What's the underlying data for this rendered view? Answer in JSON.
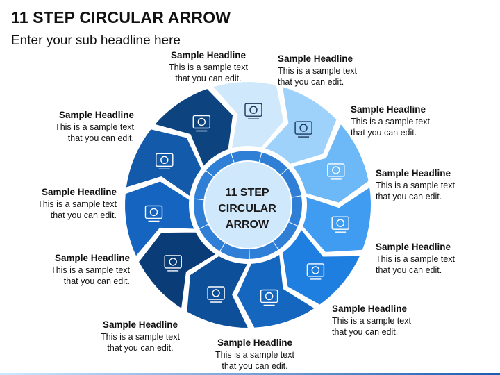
{
  "title": "11 STEP CIRCULAR ARROW",
  "subtitle": "Enter your sub headline here",
  "center": {
    "line1": "11 STEP",
    "line2": "CIRCULAR",
    "line3": "ARROW"
  },
  "steps": [
    {
      "headline": "Sample Headline",
      "line1": "This is a sample text",
      "line2": "that you can edit.",
      "icon": "people-network-icon",
      "color": "#cfe8fb"
    },
    {
      "headline": "Sample Headline",
      "line1": "This is a sample text",
      "line2": "that you can edit.",
      "icon": "podium-speaker-icon",
      "color": "#9fd2fa"
    },
    {
      "headline": "Sample Headline",
      "line1": "This is a sample text",
      "line2": "that you can edit.",
      "icon": "flower-grid-icon",
      "color": "#6db8f6"
    },
    {
      "headline": "Sample Headline",
      "line1": "This is a sample text",
      "line2": "that you can edit.",
      "icon": "thumbs-up-smile-icon",
      "color": "#3f9cf0"
    },
    {
      "headline": "Sample Headline",
      "line1": "This is a sample text",
      "line2": "that you can edit.",
      "icon": "disco-ball-icon",
      "color": "#1f7fe0"
    },
    {
      "headline": "Sample Headline",
      "line1": "This is a sample text",
      "line2": "that you can edit.",
      "icon": "shapes-cycle-icon",
      "color": "#1566bf"
    },
    {
      "headline": "Sample Headline",
      "line1": "This is a sample text",
      "line2": "that you can edit.",
      "icon": "team-meeting-icon",
      "color": "#0e4f99"
    },
    {
      "headline": "Sample Headline",
      "line1": "This is a sample text",
      "line2": "that you can edit.",
      "icon": "coins-dollar-icon",
      "color": "#0a3c78"
    },
    {
      "headline": "Sample Headline",
      "line1": "This is a sample text",
      "line2": "that you can edit.",
      "icon": "documents-icon",
      "color": "#1565c0"
    },
    {
      "headline": "Sample Headline",
      "line1": "This is a sample text",
      "line2": "that you can edit.",
      "icon": "video-network-icon",
      "color": "#145aab"
    },
    {
      "headline": "Sample Headline",
      "line1": "This is a sample text",
      "line2": "that you can edit.",
      "icon": "chart-board-icon",
      "color": "#0d447f"
    }
  ]
}
